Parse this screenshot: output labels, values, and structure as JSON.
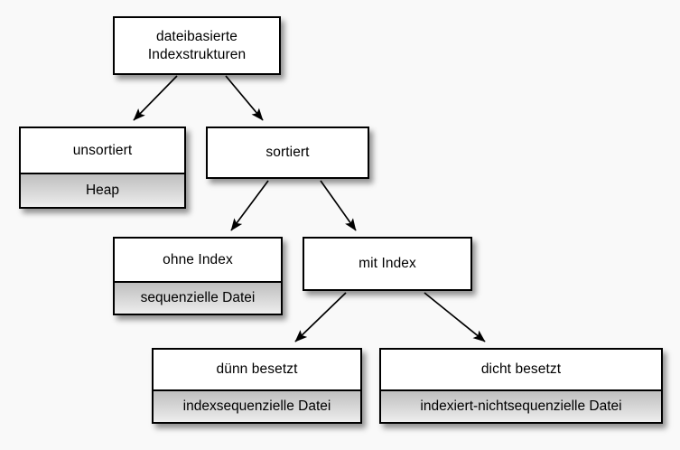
{
  "diagram": {
    "title": "dateibasierte Indexstrukturen",
    "background_color": "#f9f9f9",
    "border_color": "#000000",
    "node_fill": "#ffffff",
    "subnode_fill": "#cfcfcf",
    "text_color": "#000000"
  },
  "nodes": {
    "root": {
      "label_line1": "dateibasierte",
      "label_line2": "Indexstrukturen"
    },
    "unsortiert": {
      "label": "unsortiert",
      "sublabel": "Heap"
    },
    "sortiert": {
      "label": "sortiert"
    },
    "ohne_index": {
      "label": "ohne Index",
      "sublabel": "sequenzielle Datei"
    },
    "mit_index": {
      "label": "mit Index"
    },
    "duenn_besetzt": {
      "label": "dünn besetzt",
      "sublabel": "indexsequenzielle Datei"
    },
    "dicht_besetzt": {
      "label": "dicht besetzt",
      "sublabel": "indexiert-nichtsequenzielle Datei"
    }
  },
  "edges": [
    {
      "from": "root",
      "to": "unsortiert"
    },
    {
      "from": "root",
      "to": "sortiert"
    },
    {
      "from": "sortiert",
      "to": "ohne_index"
    },
    {
      "from": "sortiert",
      "to": "mit_index"
    },
    {
      "from": "mit_index",
      "to": "duenn_besetzt"
    },
    {
      "from": "mit_index",
      "to": "dicht_besetzt"
    }
  ]
}
